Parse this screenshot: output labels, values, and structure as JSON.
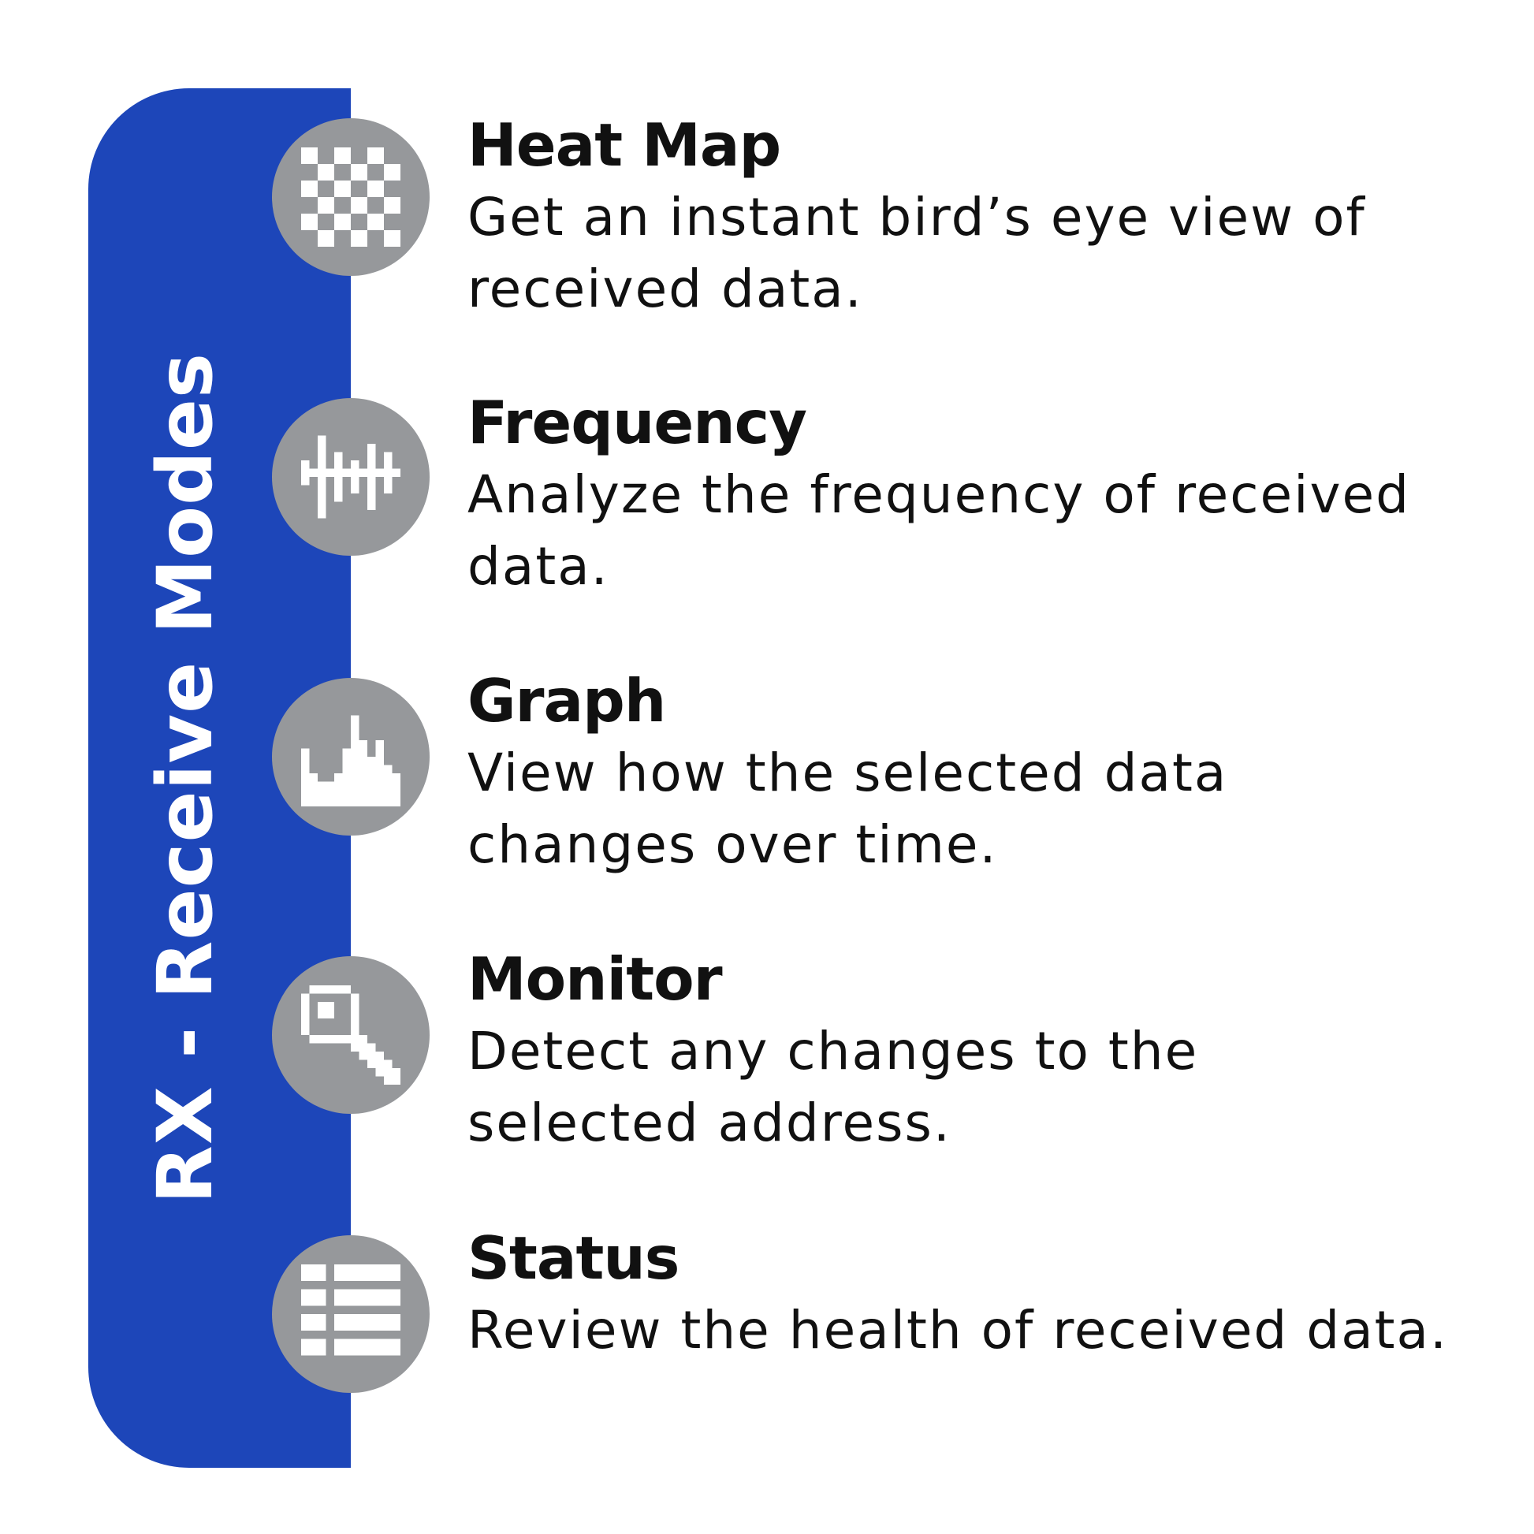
{
  "sidebar": {
    "title": "RX - Receive Modes",
    "color": "#1d46b9"
  },
  "icon_circle_color": "#96989b",
  "modes": [
    {
      "title": "Heat Map",
      "description": "Get an instant bird’s eye view of received data.",
      "icon": "heatmap-icon"
    },
    {
      "title": "Frequency",
      "description": "Analyze the frequency of received data.",
      "icon": "frequency-icon"
    },
    {
      "title": "Graph",
      "description": "View how the selected data changes over time.",
      "icon": "graph-icon"
    },
    {
      "title": "Monitor",
      "description": "Detect any changes to the selected address.",
      "icon": "monitor-magnifier-icon"
    },
    {
      "title": "Status",
      "description": "Review the health of received data.",
      "icon": "status-list-icon"
    }
  ]
}
